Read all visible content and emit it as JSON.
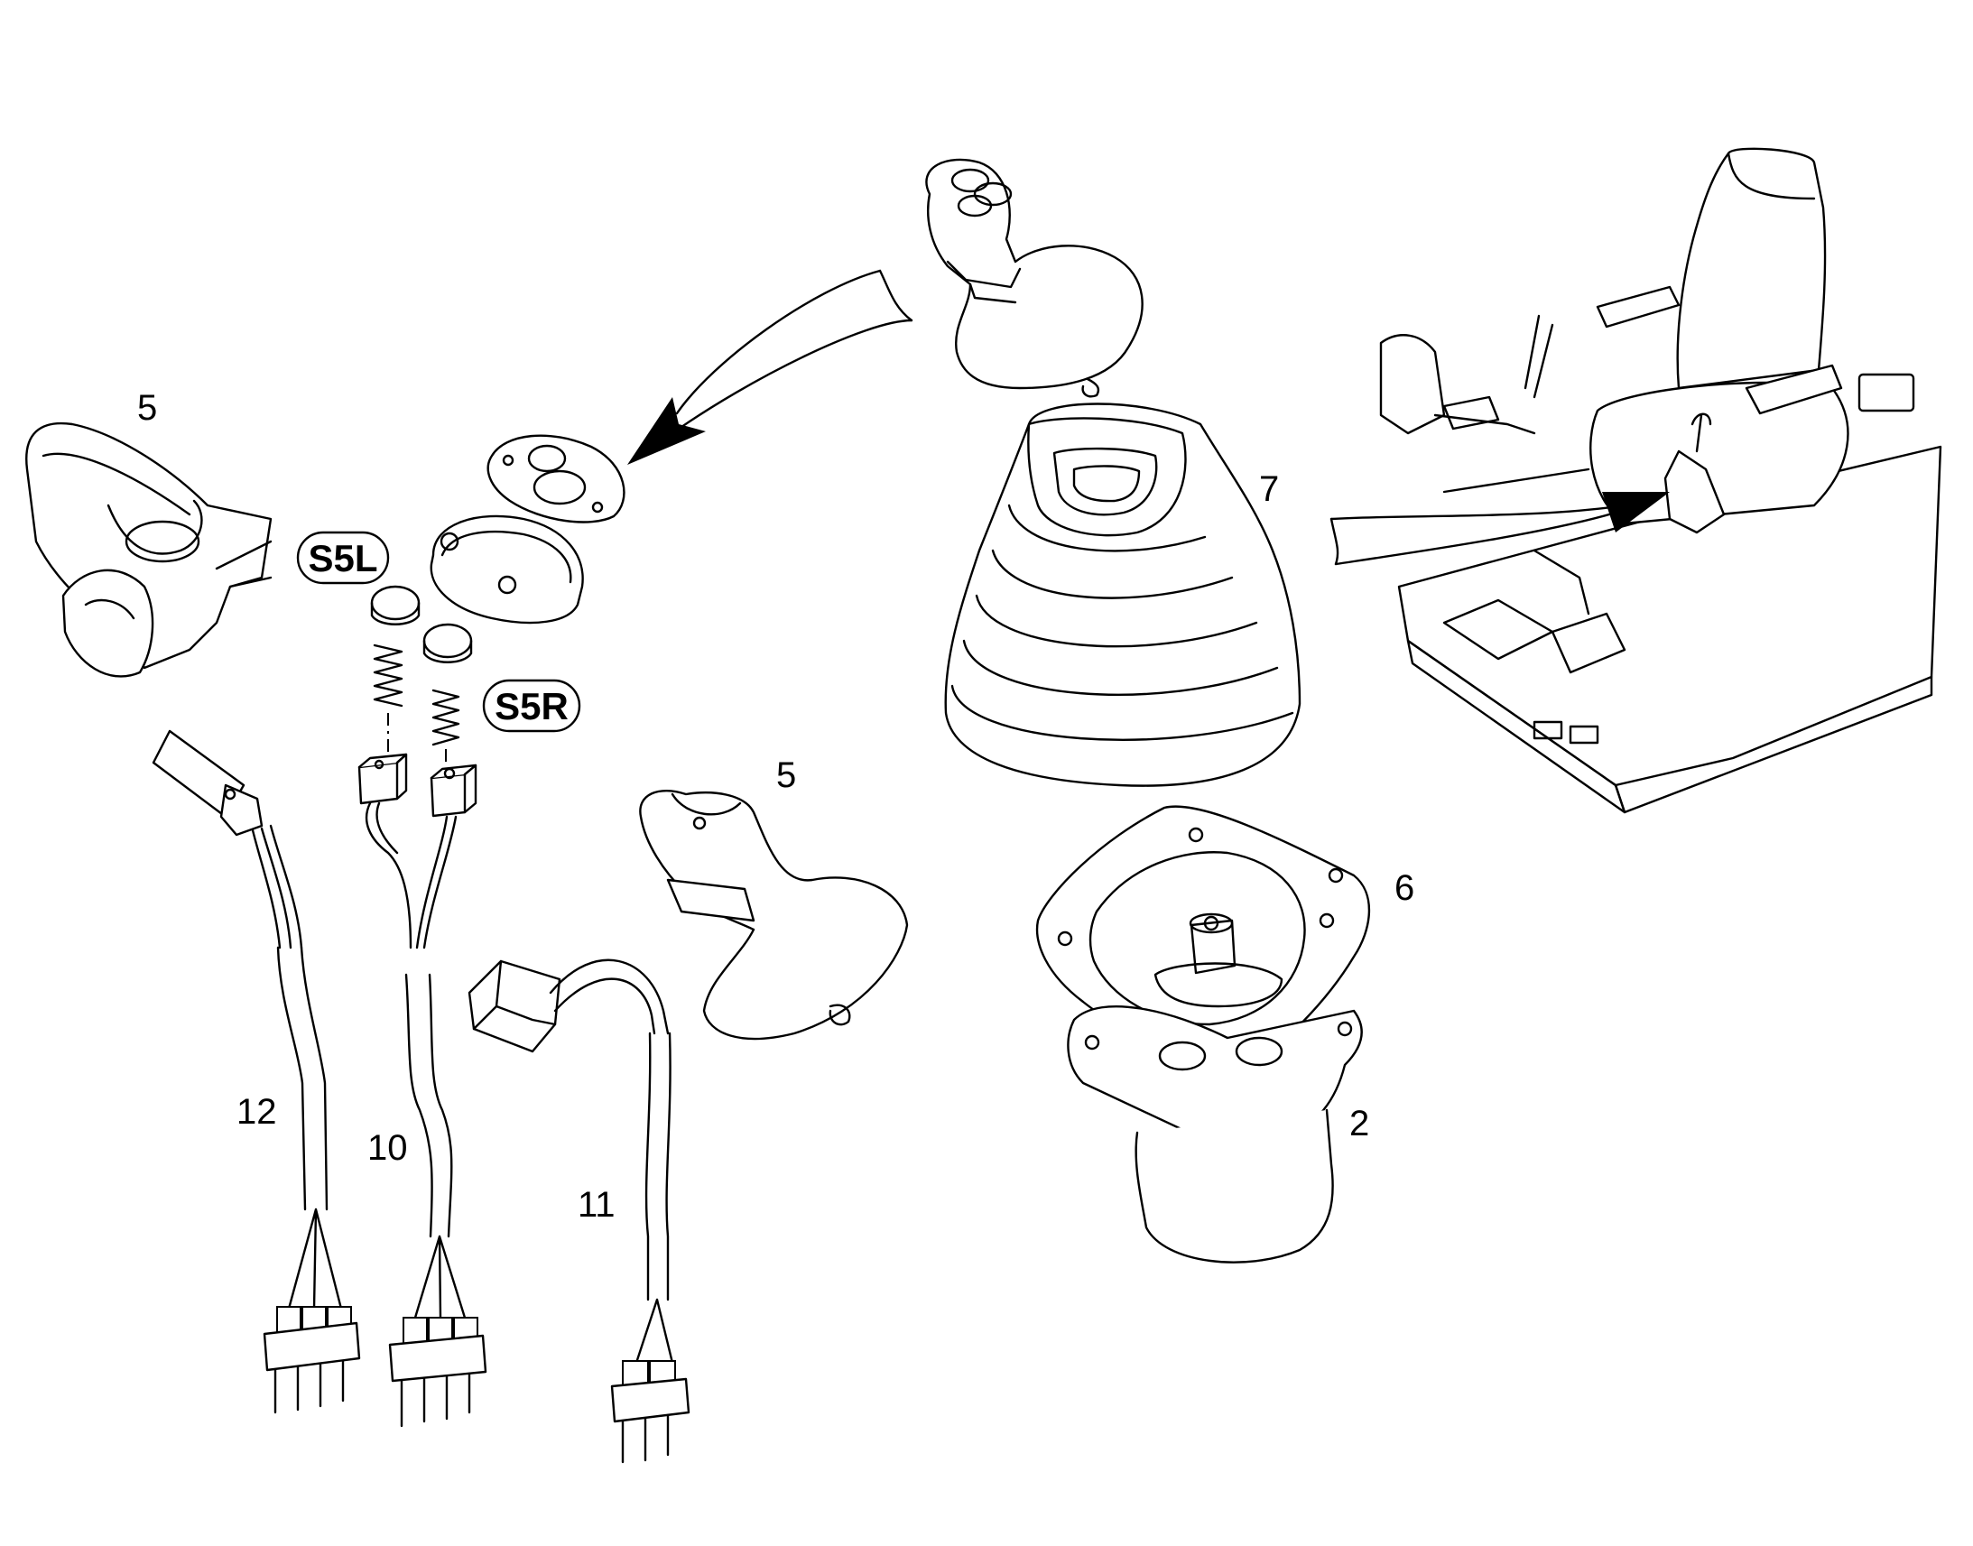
{
  "labels": {
    "part_5_top": "5",
    "part_5_bottom": "5",
    "part_7": "7",
    "part_6": "6",
    "part_2": "2",
    "part_12": "12",
    "part_10": "10",
    "part_11": "11"
  },
  "callouts": {
    "switch_left": "S5L",
    "switch_right": "S5R"
  }
}
